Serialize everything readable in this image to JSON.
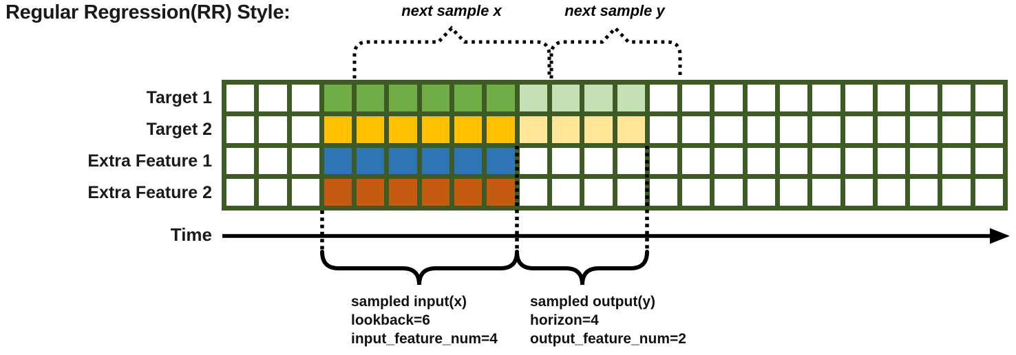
{
  "title": "Regular Regression(RR) Style:",
  "top_annotations": {
    "next_sample_x": "next sample x",
    "next_sample_y": "next sample y"
  },
  "time_axis": {
    "label": "Time"
  },
  "grid": {
    "columns": 24,
    "lead_empty_cells": 3,
    "lookback_cells": 6,
    "horizon_cells": 4,
    "line_color": "#3e5a25",
    "empty_color": "#ffffff",
    "rows": [
      {
        "label": "Target 1",
        "dark_color": "#70ad47",
        "light_color": "#c5e0b4",
        "dark_cells": 6,
        "light_cells": 4
      },
      {
        "label": "Target 2",
        "dark_color": "#ffc000",
        "light_color": "#ffe699",
        "dark_cells": 6,
        "light_cells": 4
      },
      {
        "label": "Extra Feature 1",
        "dark_color": "#2e75b6",
        "light_color": "",
        "dark_cells": 6,
        "light_cells": 0
      },
      {
        "label": "Extra Feature 2",
        "dark_color": "#c55a11",
        "light_color": "",
        "dark_cells": 6,
        "light_cells": 0
      }
    ]
  },
  "bottom_annotations": {
    "input": {
      "lines": [
        "sampled input(x)",
        "lookback=6",
        "input_feature_num=4"
      ]
    },
    "output": {
      "lines": [
        "sampled output(y)",
        "horizon=4",
        "output_feature_num=2"
      ]
    }
  }
}
